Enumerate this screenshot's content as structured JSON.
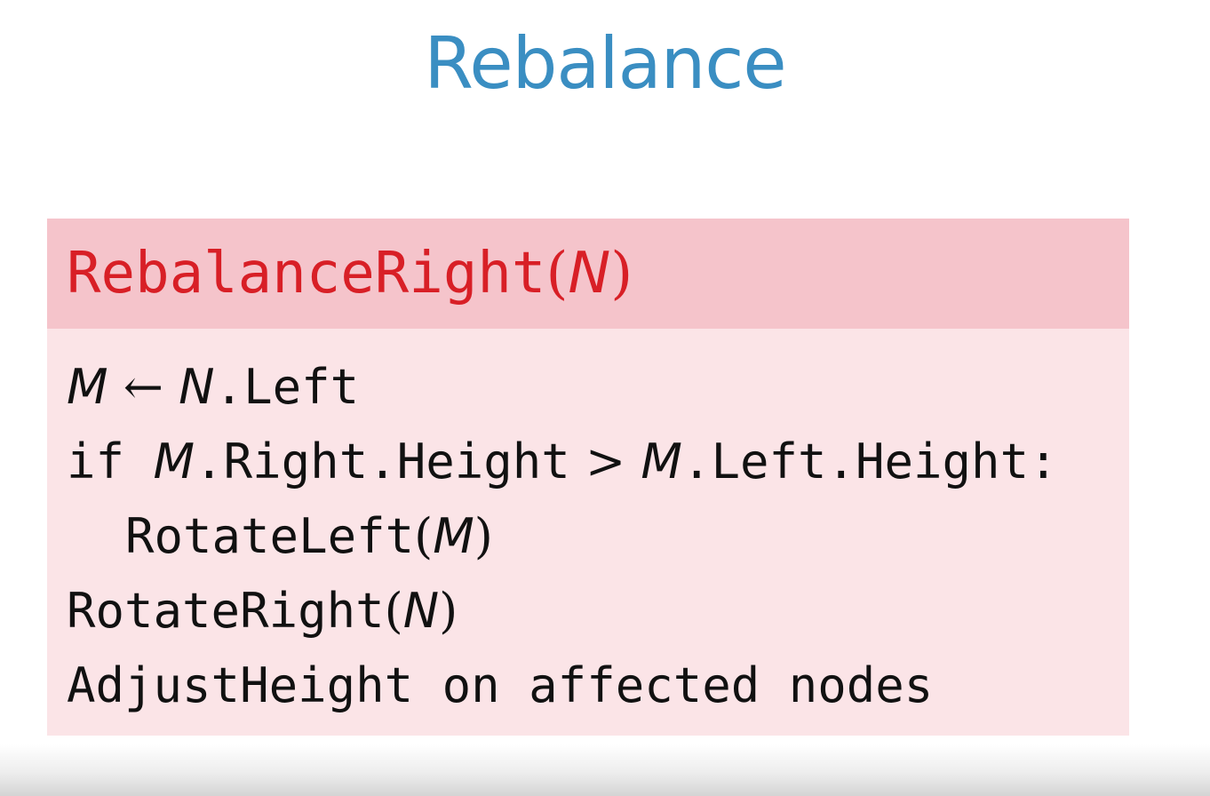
{
  "slide": {
    "title": "Rebalance"
  },
  "algorithm": {
    "name": "RebalanceRight",
    "param_open": "(",
    "param": "N",
    "param_close": ")",
    "lines": [
      {
        "var1": "M",
        "arrow": " ← ",
        "var2": "N",
        "rest": ".Left"
      },
      {
        "kw": "if ",
        "var1": "M",
        "mid": ".Right.Height",
        "op": " > ",
        "var2": "M",
        "rest": ".Left.Height:"
      },
      {
        "call": "RotateLeft",
        "open": "(",
        "arg": "M",
        "close": ")"
      },
      {
        "call": "RotateRight",
        "open": "(",
        "arg": "N",
        "close": ")"
      },
      {
        "text": "AdjustHeight on affected nodes"
      }
    ]
  },
  "colors": {
    "title": "#3a8ec2",
    "header_bg": "#f5c4cb",
    "body_bg": "#fbe4e7",
    "header_text": "#d81f26",
    "code_text": "#111111"
  }
}
